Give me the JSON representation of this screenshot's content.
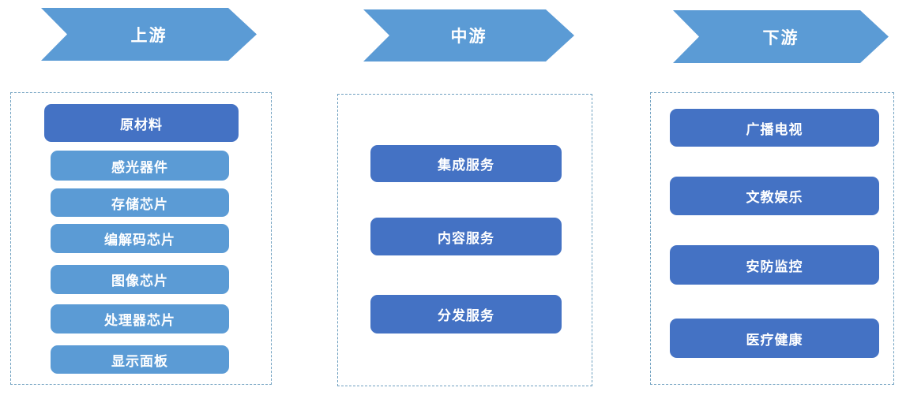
{
  "diagram": {
    "kind": "industry-chain-flow",
    "colors": {
      "arrow_fill": "#5B9BD5",
      "primary_node_fill": "#4472C4",
      "secondary_node_fill": "#5B9BD5",
      "dashed_border": "#6FA0C0",
      "node_text": "#FFFFFF",
      "background": "#FFFFFF"
    }
  },
  "columns": [
    {
      "id": "upstream",
      "title": "上游",
      "items": [
        {
          "label": "原材料",
          "variant": "primary"
        },
        {
          "label": "感光器件",
          "variant": "secondary"
        },
        {
          "label": "存储芯片",
          "variant": "secondary"
        },
        {
          "label": "编解码芯片",
          "variant": "secondary"
        },
        {
          "label": "图像芯片",
          "variant": "secondary"
        },
        {
          "label": "处理器芯片",
          "variant": "secondary"
        },
        {
          "label": "显示面板",
          "variant": "secondary"
        }
      ]
    },
    {
      "id": "midstream",
      "title": "中游",
      "items": [
        {
          "label": "集成服务",
          "variant": "primary"
        },
        {
          "label": "内容服务",
          "variant": "primary"
        },
        {
          "label": "分发服务",
          "variant": "primary"
        }
      ]
    },
    {
      "id": "downstream",
      "title": "下游",
      "items": [
        {
          "label": "广播电视",
          "variant": "primary"
        },
        {
          "label": "文教娱乐",
          "variant": "primary"
        },
        {
          "label": "安防监控",
          "variant": "primary"
        },
        {
          "label": "医疗健康",
          "variant": "primary"
        }
      ]
    }
  ]
}
